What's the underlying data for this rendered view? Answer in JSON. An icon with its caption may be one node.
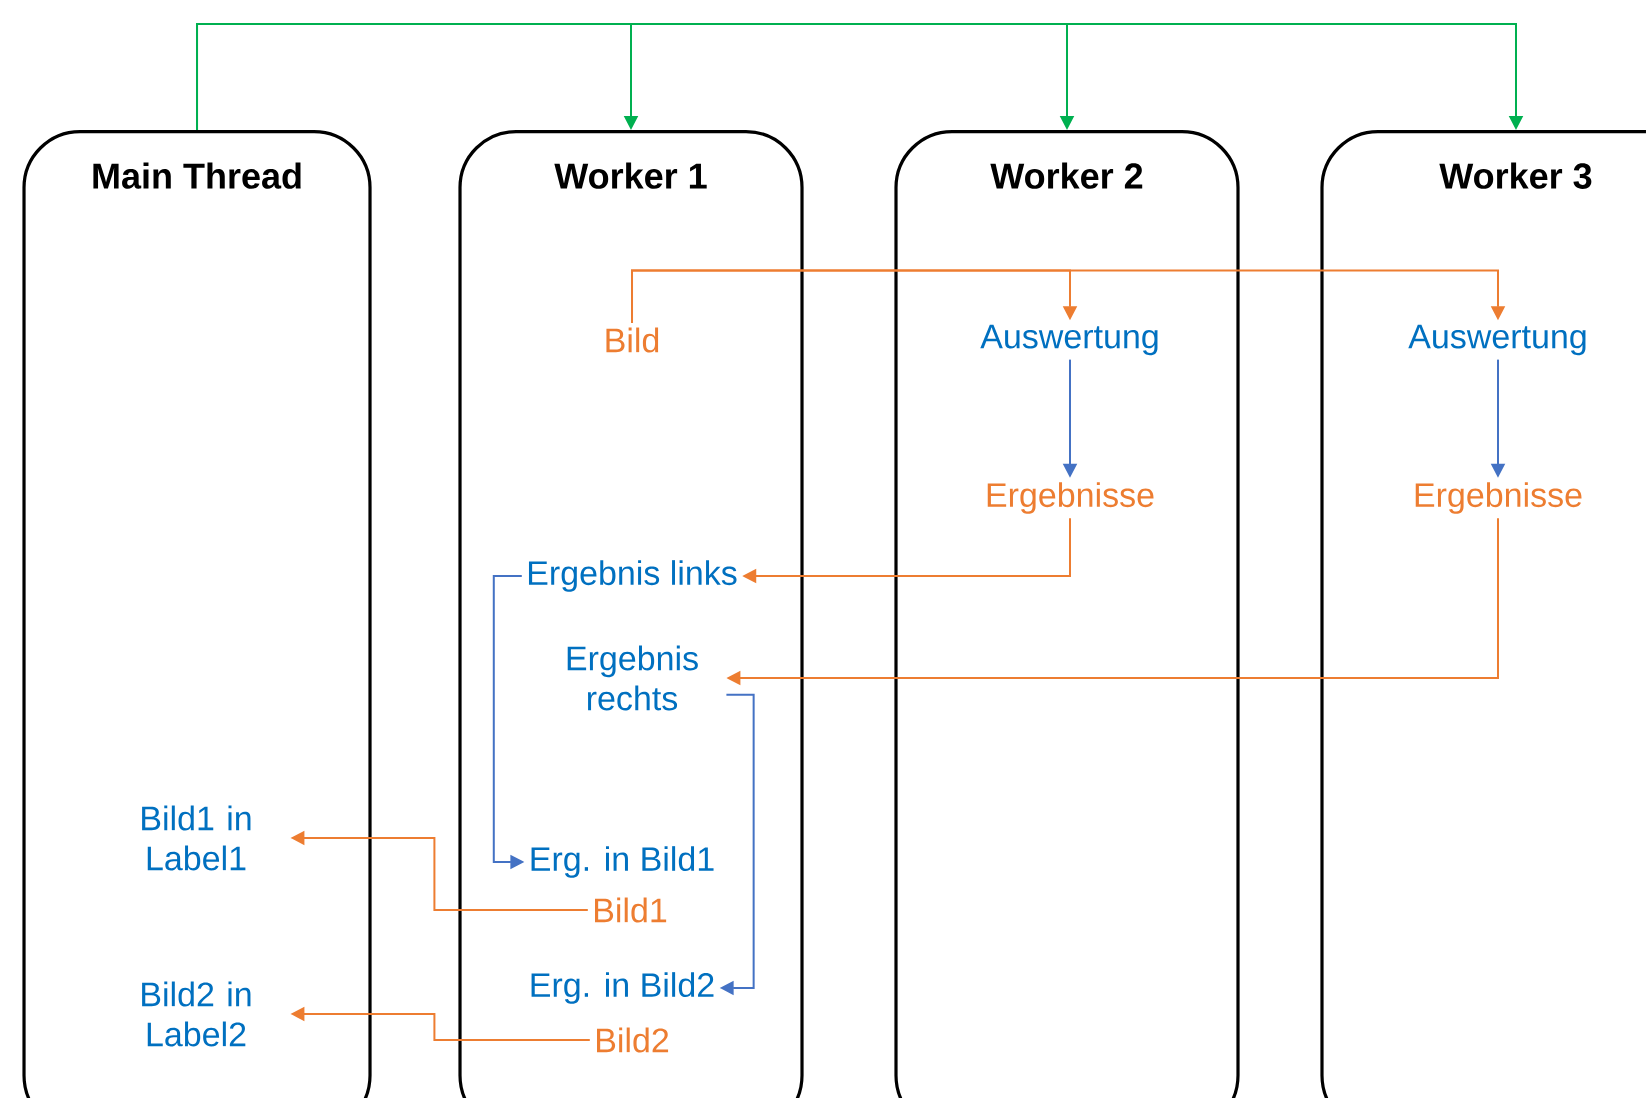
{
  "diagram": {
    "nodes": [
      {
        "text": [
          "Main Thread"
        ]
      },
      {
        "text": [
          "Worker 1"
        ]
      },
      {
        "text": [
          "Worker 2"
        ]
      },
      {
        "text": [
          "Worker 3"
        ]
      },
      {
        "text": [
          "Bild"
        ],
        "in": 1
      },
      {
        "text": [
          "Auswertung"
        ],
        "in": 2
      },
      {
        "text": [
          "Ergebnisse"
        ],
        "in": 2
      },
      {
        "text": [
          "Auswertung"
        ],
        "in": 3
      },
      {
        "text": [
          "Ergebnisse"
        ],
        "in": 3
      },
      {
        "text": [
          "Ergebnis links"
        ],
        "in": 1
      },
      {
        "text": [
          "Ergebnis rechts"
        ],
        "in": 1
      },
      {
        "text": [
          "Bild1 in Label1"
        ],
        "in": 0
      },
      {
        "text": [
          "Erg. in Bild1"
        ],
        "in": 1
      },
      {
        "text": [
          "Bild1"
        ],
        "in": 1
      },
      {
        "text": [
          "Bild2 in Label2"
        ],
        "in": 0
      },
      {
        "text": [
          "Erg. in Bild2"
        ],
        "in": 1
      },
      {
        "text": [
          "Bild2"
        ],
        "in": 1
      }
    ],
    "edges": [
      {
        "from": 0,
        "to": 1,
        "arrow": "to",
        "color": "#00b050"
      },
      {
        "from": 0,
        "to": 2,
        "arrow": "to",
        "color": "#00b050"
      },
      {
        "from": 0,
        "to": 3,
        "arrow": "to",
        "color": "#00b050"
      },
      {
        "from": 4,
        "to": 5,
        "arrow": "to"
      },
      {
        "from": 4,
        "to": 7,
        "arrow": "to"
      },
      {
        "from": 5,
        "to": 6,
        "arrow": "to",
        "color": "#4472c4"
      },
      {
        "from": 7,
        "to": 8,
        "arrow": "to",
        "color": "#4472c4"
      },
      {
        "from": 6,
        "to": 9,
        "arrow": "to"
      },
      {
        "from": 8,
        "to": 10,
        "arrow": "to"
      },
      {
        "from": 9,
        "to": 12,
        "arrow": "to",
        "color": "#4472c4"
      },
      {
        "from": 10,
        "to": 15,
        "arrow": "to",
        "color": "#4472c4"
      },
      {
        "from": 13,
        "to": 11,
        "arrow": "to"
      },
      {
        "from": 16,
        "to": 14,
        "arrow": "to"
      }
    ]
  }
}
